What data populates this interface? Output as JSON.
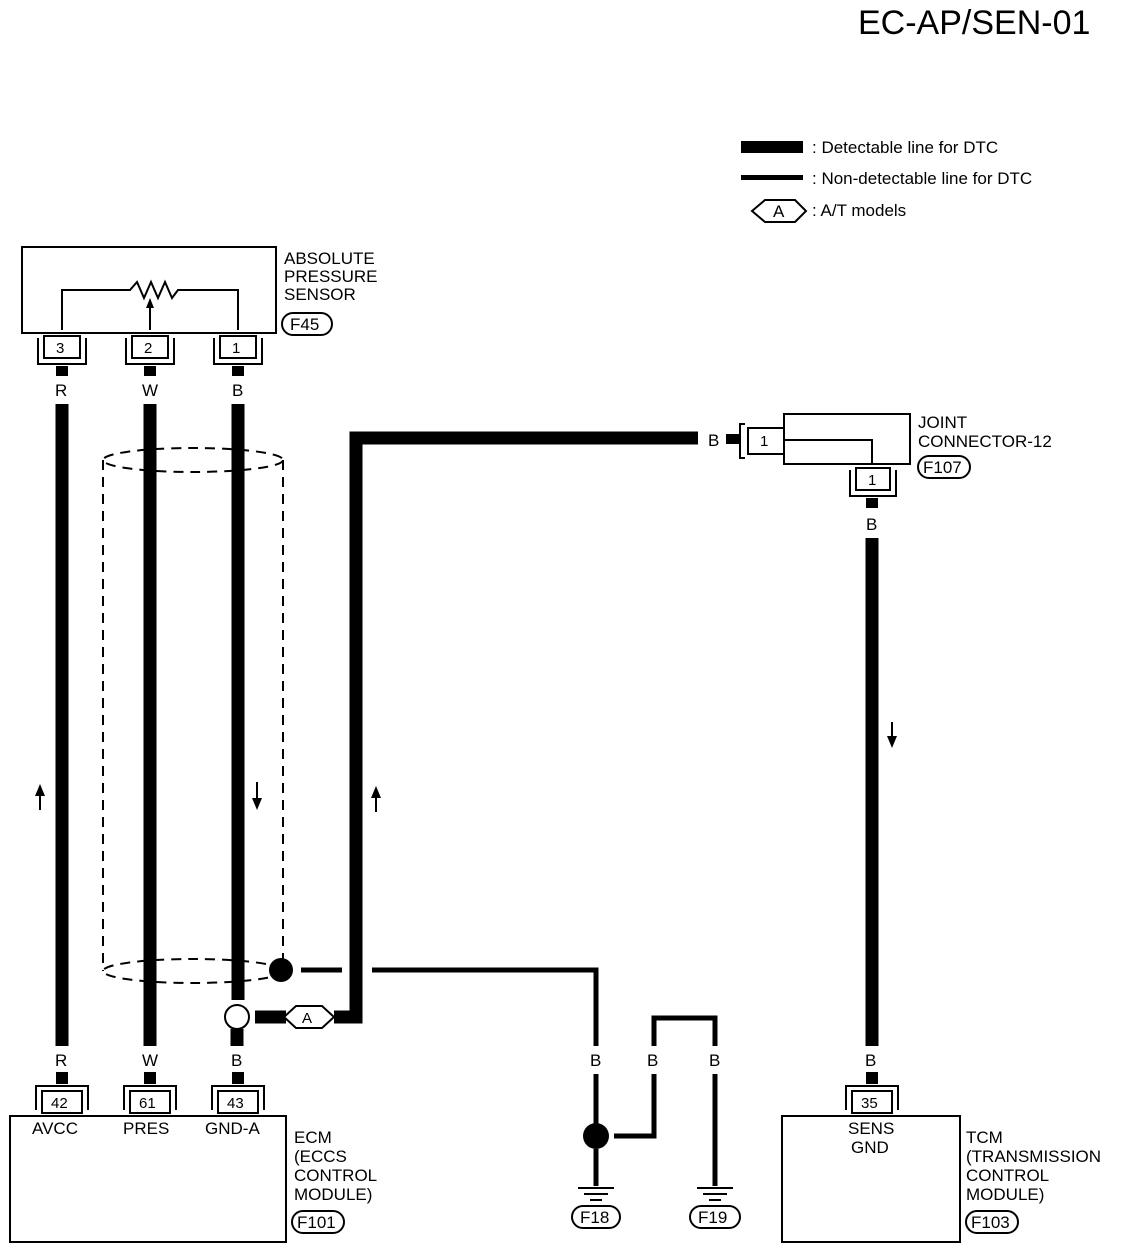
{
  "page_code": "EC-AP/SEN-01",
  "legend": {
    "detectable": ": Detectable line for DTC",
    "non_detectable": ": Non-detectable line for DTC",
    "at_symbol": "A",
    "at_models": ": A/T models"
  },
  "sensor": {
    "name_line1": "ABSOLUTE",
    "name_line2": "PRESSURE",
    "name_line3": "SENSOR",
    "connector": "F45",
    "pins": [
      "3",
      "2",
      "1"
    ],
    "wire_colors": [
      "R",
      "W",
      "B"
    ]
  },
  "joint": {
    "name_line1": "JOINT",
    "name_line2": "CONNECTOR-12",
    "connector": "F107",
    "pin_side": "1",
    "pin_bottom": "1",
    "wire_side": "B",
    "wire_bottom": "B"
  },
  "ecm": {
    "name_line1": "ECM",
    "name_line2": "(ECCS",
    "name_line3": "CONTROL",
    "name_line4": "MODULE)",
    "connector": "F101",
    "pins": [
      "42",
      "61",
      "43"
    ],
    "terminals": [
      "AVCC",
      "PRES",
      "GND-A"
    ],
    "wire_colors": [
      "R",
      "W",
      "B"
    ]
  },
  "tcm": {
    "name_line1": "TCM",
    "name_line2": "(TRANSMISSION",
    "name_line3": "CONTROL",
    "name_line4": "MODULE)",
    "connector": "F103",
    "pin": "35",
    "terminal_line1": "SENS",
    "terminal_line2": "GND",
    "wire_color": "B"
  },
  "ground": {
    "wire_colors": [
      "B",
      "B",
      "B"
    ],
    "ground1": "F18",
    "ground2": "F19"
  },
  "at_marker": "A"
}
